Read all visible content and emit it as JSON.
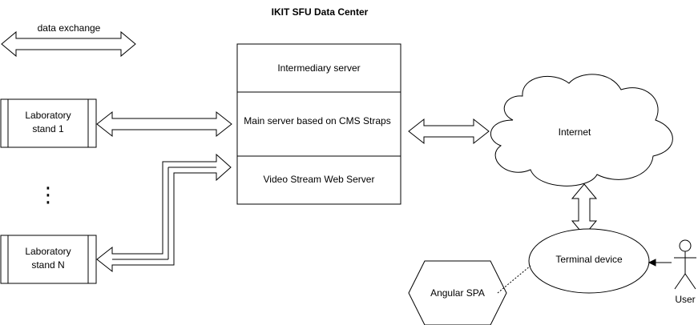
{
  "title": "IKIT SFU Data Center",
  "legend": {
    "label": "data exchange"
  },
  "servers": {
    "intermediary": "Intermediary server",
    "main": "Main server based on CMS Straps",
    "video": "Video Stream Web Server"
  },
  "lab_stand_1": {
    "line1": "Laboratory",
    "line2": "stand 1"
  },
  "lab_stand_n": {
    "line1": "Laboratory",
    "line2": "stand N"
  },
  "ellipsis": "⋮",
  "internet": "Internet",
  "terminal": "Terminal device",
  "spa": "Angular SPA",
  "user": "User"
}
